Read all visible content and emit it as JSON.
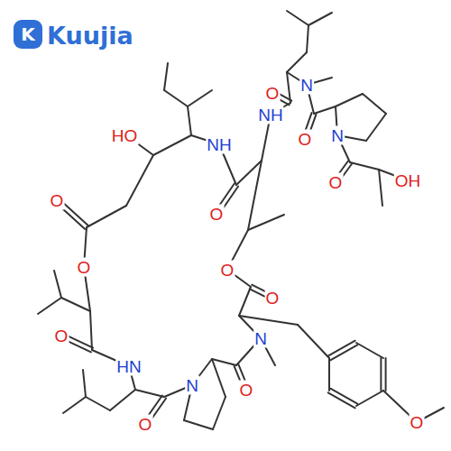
{
  "diagram": {
    "labels": [
      "Kuujia",
      "K",
      "HO",
      "NH",
      "O",
      "O",
      "N",
      "NH",
      "O",
      "N",
      "O",
      "OH",
      "O",
      "O",
      "O",
      "HN",
      "O",
      "N",
      "O",
      "N",
      "O",
      "O",
      "O"
    ]
  }
}
